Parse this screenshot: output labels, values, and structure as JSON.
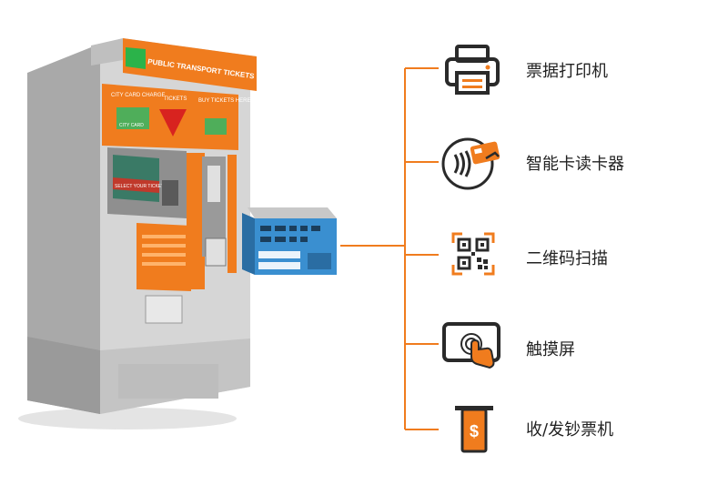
{
  "kiosk": {
    "header_sign": "PUBLIC TRANSPORT TICKETS",
    "panel_city_card": "CITY CARD CHARGE",
    "panel_tickets": "TICKETS",
    "panel_buy": "BUY TICKETS HERE",
    "card_label": "CITY CARD",
    "screen_text": "SELECT YOUR TICKET"
  },
  "features": [
    {
      "label": "票据打印机",
      "icon": "printer-icon"
    },
    {
      "label": "智能卡读卡器",
      "icon": "smart-card-reader-icon"
    },
    {
      "label": "二维码扫描",
      "icon": "qr-code-scanner-icon"
    },
    {
      "label": "触摸屏",
      "icon": "touchscreen-icon"
    },
    {
      "label": "收/发钞票机",
      "icon": "cash-dispenser-icon"
    }
  ],
  "colors": {
    "accent": "#f07c1e",
    "icon_dark": "#2a2a2a",
    "kiosk_gray": "#c9c9c9",
    "computer_blue": "#3a8fd0"
  }
}
